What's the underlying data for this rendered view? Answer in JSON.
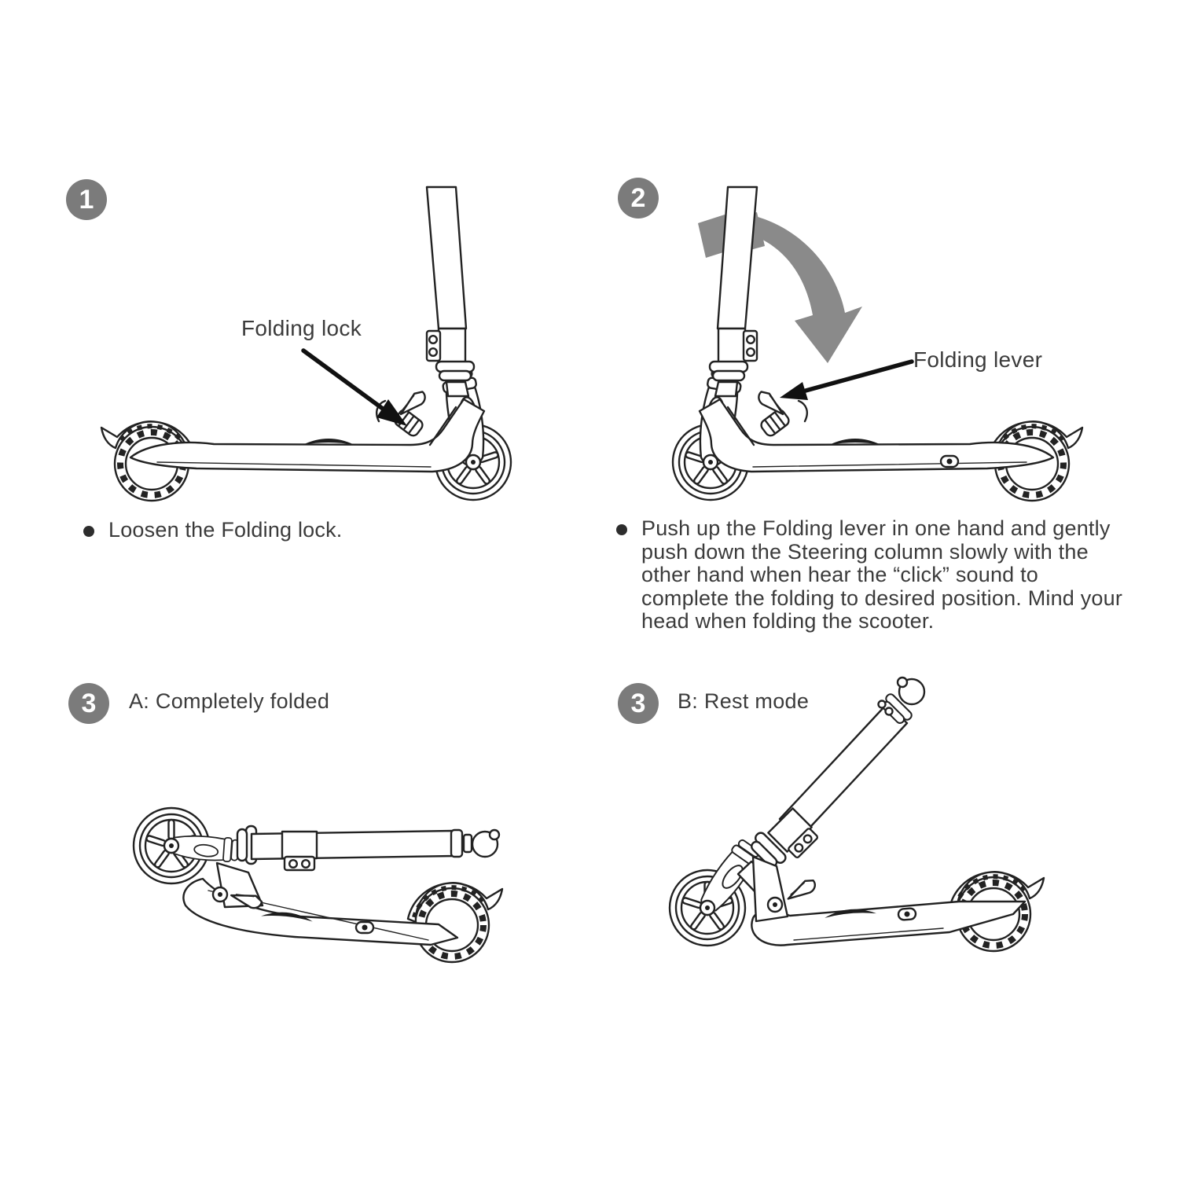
{
  "document_type": "scooter-folding-instructions-manual-page",
  "colors": {
    "background": "#ffffff",
    "text": "#3b3b3b",
    "step_badge": "#7b7b7b",
    "fold_arrow": "#8a8a8a",
    "line_art": "#222222",
    "pointer_arrow": "#111111"
  },
  "icons": {
    "step_badge": "numbered-circle-badge",
    "bullet": "bullet-dot",
    "fold_direction": "curved-fold-arrow",
    "callout_pointer": "black-pointer-arrow"
  },
  "steps": [
    {
      "number": "1",
      "callout": "Folding lock",
      "instruction": "Loosen the Folding lock."
    },
    {
      "number": "2",
      "callout": "Folding lever",
      "instruction": "Push up the Folding lever in one hand and gently push down the Steering column slowly with the other hand when hear the “click” sound to complete the folding to desired position. Mind your head when folding the scooter."
    },
    {
      "number": "3",
      "caption": "A: Completely folded"
    },
    {
      "number": "3",
      "caption": "B: Rest mode"
    }
  ]
}
